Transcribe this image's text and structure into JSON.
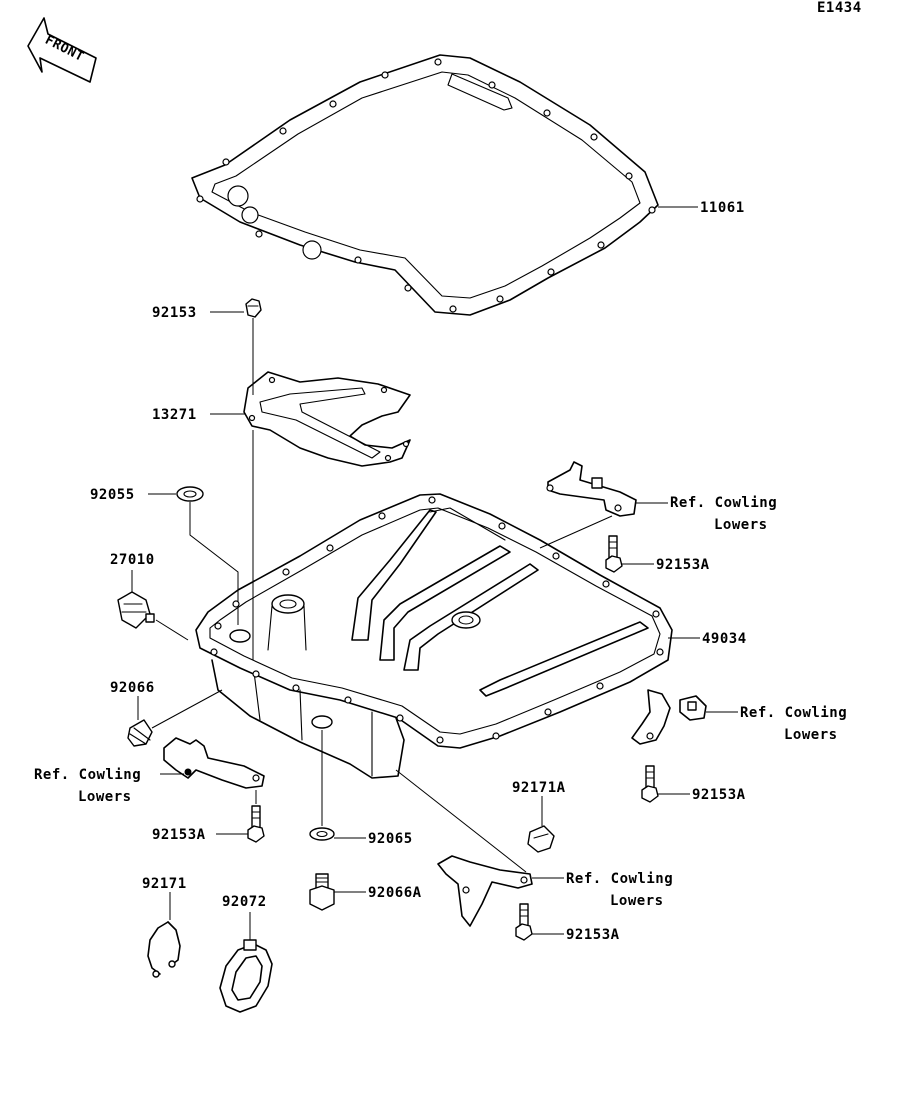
{
  "diagram_code": "E1434",
  "front_arrow": {
    "label": "FRONT",
    "icon": "front-direction-arrow-icon"
  },
  "callouts": {
    "gasket": "11061",
    "plate": "13271",
    "bolt_top": "92153",
    "washer": "92055",
    "switch": "27010",
    "plug": "92066",
    "pan": "49034",
    "bolt_a_right_upper": "92153A",
    "bolt_a_right_mid": "92153A",
    "bolt_a_left": "92153A",
    "bolt_a_bottom": "92153A",
    "gasket_drain": "92065",
    "plug_drain": "92066A",
    "clamp_a": "92171A",
    "clamp": "92171",
    "band": "92072"
  },
  "references": {
    "upper_right": [
      "Ref. Cowling",
      "Lowers"
    ],
    "right": [
      "Ref. Cowling",
      "Lowers"
    ],
    "left": [
      "Ref. Cowling",
      "Lowers"
    ],
    "bottom": [
      "Ref. Cowling",
      "Lowers"
    ]
  }
}
